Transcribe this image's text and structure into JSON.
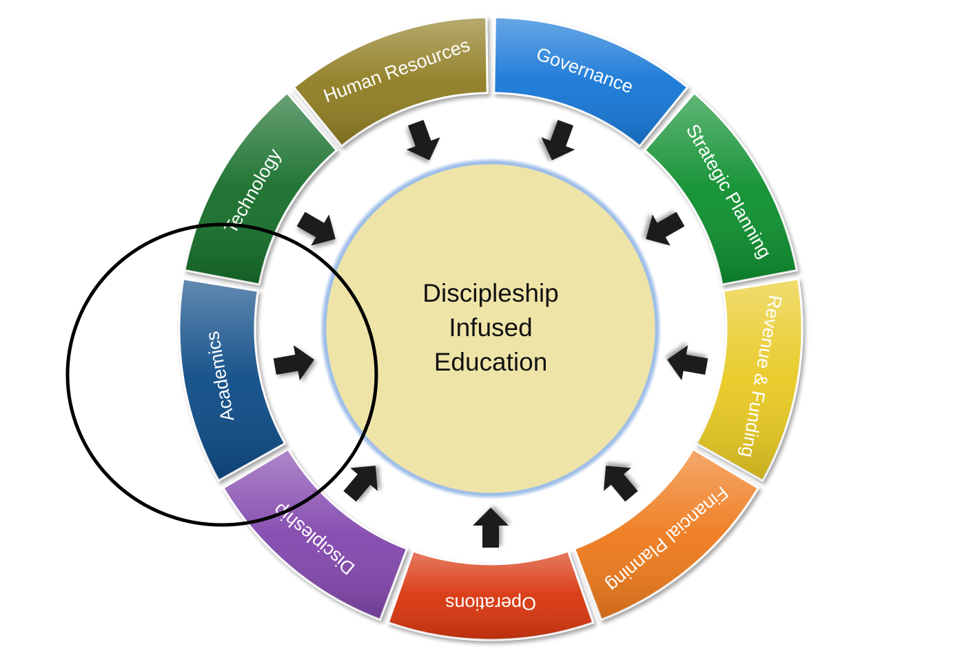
{
  "center": {
    "lines": [
      "Discipleship",
      "Infused",
      "Education"
    ],
    "fill": "#efe4a8",
    "ring": "#7fa8e0"
  },
  "segments": [
    {
      "id": "governance",
      "label": "Governance",
      "color": "#1677d6",
      "text_color": "#ffffff"
    },
    {
      "id": "strategic-planning",
      "label": "Strategic Planning",
      "color": "#0a8f2e",
      "text_color": "#ffffff"
    },
    {
      "id": "revenue-funding",
      "label": "Revenue & Funding",
      "color": "#e8c924",
      "text_color": "#1a1a1a"
    },
    {
      "id": "financial-planning",
      "label": "Financial Planning",
      "color": "#ee7a1a",
      "text_color": "#ffffff"
    },
    {
      "id": "operations",
      "label": "Operations",
      "color": "#d8340e",
      "text_color": "#ffffff"
    },
    {
      "id": "discipleship",
      "label": "Discipleship",
      "color": "#8247ad",
      "text_color": "#ffffff"
    },
    {
      "id": "academics",
      "label": "Academics",
      "color": "#0e4c86",
      "text_color": "#ffffff"
    },
    {
      "id": "technology",
      "label": "Technology",
      "color": "#146e2a",
      "text_color": "#ffffff"
    },
    {
      "id": "human-resources",
      "label": "Human Resources",
      "color": "#8f7d22",
      "text_color": "#ffffff"
    }
  ],
  "arrow_color": "#1c1c1c",
  "highlight_circle_color": "#000000"
}
